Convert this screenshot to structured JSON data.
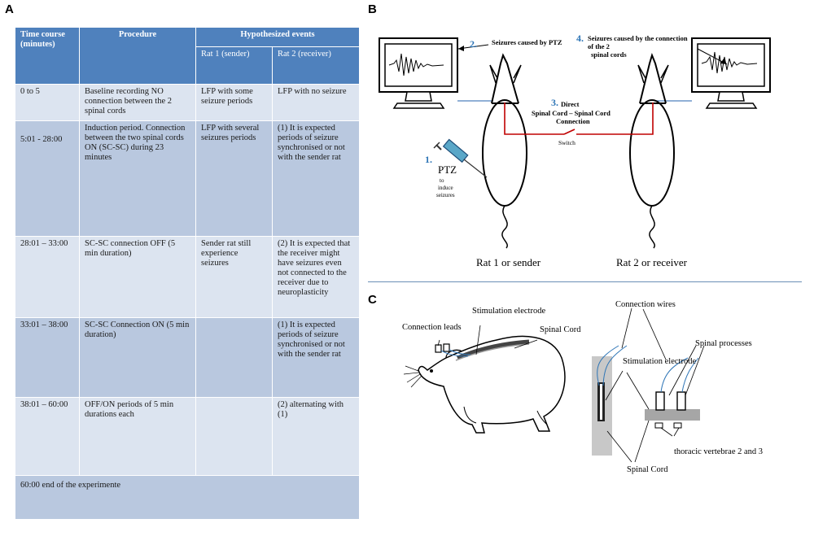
{
  "panel_labels": {
    "a": "A",
    "b": "B",
    "c": "C"
  },
  "table": {
    "header": {
      "time_course": "Time course (minutes)",
      "procedure": "Procedure",
      "hypothesized": "Hypothesized events",
      "rat1": "Rat 1 (sender)",
      "rat2": "Rat 2 (receiver)"
    },
    "rows": [
      {
        "time": "0  to 5",
        "procedure": "Baseline recording NO connection between the 2 spinal cords",
        "rat1": "LFP with some seizure periods",
        "rat2": "LFP with no seizure"
      },
      {
        "time": "5:01  - 28:00",
        "procedure": "Induction period. Connection between the two spinal cords  ON (SC-SC) during 23 minutes",
        "rat1": "LFP with several seizures periods",
        "rat2": "(1) It is expected periods of seizure synchronised or not with the sender  rat"
      },
      {
        "time": "28:01 – 33:00",
        "procedure": "SC-SC  connection OFF (5 min duration)",
        "rat1": "Sender rat still experience seizures",
        "rat2": "(2) It is expected that the receiver might have seizures even  not connected to the receiver due to neuroplasticity"
      },
      {
        "time": "33:01 – 38:00",
        "procedure": "SC-SC  Connection ON (5 min duration)",
        "rat1": "",
        "rat2": "(1) It is expected periods of seizure synchronised or not with the sender  rat"
      },
      {
        "time": "38:01 – 60:00",
        "procedure": " OFF/ON periods of 5 min durations each",
        "rat1": "",
        "rat2": "(2) alternating with (1)"
      }
    ],
    "footer": "60:00 end of the experimente"
  },
  "panel_b": {
    "label2_num": "2.",
    "label2_text": "Seizures caused by  PTZ",
    "label4_num": "4.",
    "label4_text_line1": "Seizures caused by the connection",
    "label4_text_line2": "of the 2",
    "label4_text_line3": "spinal cords",
    "label3_num": "3.",
    "label3_line1": "Direct",
    "label3_line2": "Spinal Cord – Spinal Cord",
    "label3_line3": "Connection",
    "switch": "Switch",
    "label1_num": "1.",
    "ptz": "PTZ",
    "ptz_sub1": "to",
    "ptz_sub2": "induce",
    "ptz_sub3": "seizures",
    "rat1_caption": "Rat 1 or sender",
    "rat2_caption": "Rat 2 or receiver",
    "colors": {
      "number_blue": "#2e75b6",
      "wire_red": "#c00000",
      "wire_blue": "#4f81bd"
    }
  },
  "panel_c": {
    "connection_leads": "Connection leads",
    "stimulation_electrode": "Stimulation electrode",
    "spinal_cord": "Spinal Cord",
    "connection_wires": "Connection wires",
    "spinal_processes": "Spinal processes",
    "stimulation_electrode_right": "Stimulation electrode",
    "thoracic": "thoracic vertebrae 2 and 3",
    "spinal_cord_right": "Spinal Cord"
  }
}
